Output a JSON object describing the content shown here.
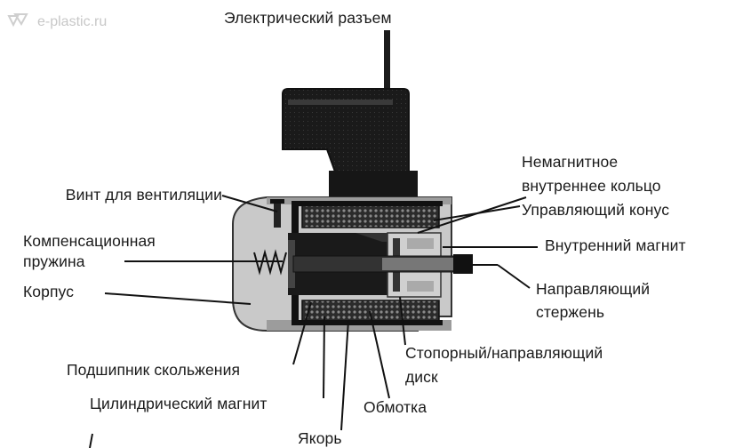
{
  "watermark": "e-plastic.ru",
  "labels": {
    "connector": "Электрический разъем",
    "nonmagnetic_ring_1": "Немагнитное",
    "nonmagnetic_ring_2": "внутреннее кольцо",
    "vent_screw": "Винт для вентиляции",
    "control_cone": "Управляющий конус",
    "comp_spring_1": "Компенсационная",
    "comp_spring_2": "пружина",
    "inner_magnet": "Внутренний магнит",
    "housing": "Корпус",
    "guide_rod_1": "Направляющий",
    "guide_rod_2": "стержень",
    "stop_disc_1": "Стопорный/направляющий",
    "stop_disc_2": "диск",
    "bearing": "Подшипник скольжения",
    "cyl_magnet": "Цилиндрический магнит",
    "winding": "Обмотка",
    "armature": "Якорь"
  },
  "colors": {
    "housing": "#c9c9c9",
    "dark": "#1b1b1b",
    "coil": "#5a5a5a",
    "leader": "#111111"
  }
}
